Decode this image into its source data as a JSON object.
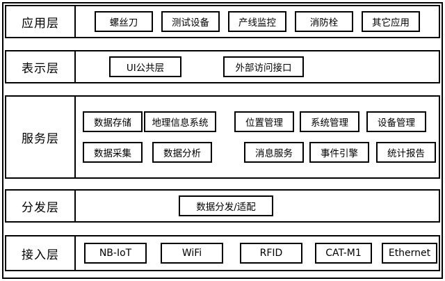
{
  "diagram": {
    "type": "layered-architecture",
    "layers": [
      {
        "label": "应用层",
        "rows": [
          [
            "螺丝刀",
            "测试设备",
            "产线监控",
            "消防栓",
            "其它应用"
          ]
        ]
      },
      {
        "label": "表示层",
        "rows": [
          [
            "UI公共层",
            "外部访问接口"
          ]
        ]
      },
      {
        "label": "服务层",
        "rows": [
          [
            "数据存储",
            "地理信息系统",
            "位置管理",
            "系统管理",
            "设备管理"
          ],
          [
            "数据采集",
            "数据分析",
            "消息服务",
            "事件引擎",
            "统计报告"
          ]
        ]
      },
      {
        "label": "分发层",
        "rows": [
          [
            "数据分发/适配"
          ]
        ]
      },
      {
        "label": "接入层",
        "rows": [
          [
            "NB-IoT",
            "WiFi",
            "RFID",
            "CAT-M1",
            "Ethernet"
          ]
        ]
      }
    ]
  },
  "colors": {
    "stroke": "#000000",
    "background": "#ffffff",
    "text": "#000000"
  }
}
